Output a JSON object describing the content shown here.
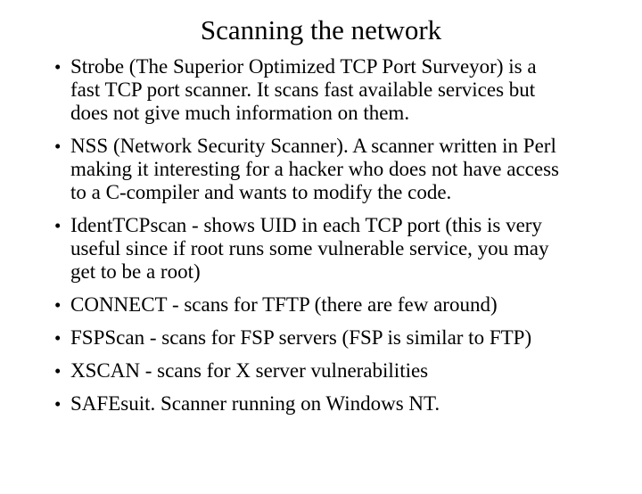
{
  "slide": {
    "title": "Scanning the network",
    "bullet_char": "•",
    "colors": {
      "background": "#ffffff",
      "text": "#000000"
    },
    "bullets": [
      {
        "lines": [
          "Strobe (The Superior Optimized TCP Port Surveyor) is a",
          "fast TCP port scanner. It scans fast available services but",
          "does not give much information on them."
        ]
      },
      {
        "lines": [
          "NSS (Network Security Scanner). A scanner written in Perl",
          "making it interesting for a hacker who does not have access",
          "to a C-compiler and wants to modify the code."
        ]
      },
      {
        "lines": [
          "IdentTCPscan - shows UID in each TCP port (this is very",
          "useful since if root runs some vulnerable service, you may",
          "get to be a root)"
        ]
      },
      {
        "lines": [
          "CONNECT - scans for TFTP (there are few around)"
        ]
      },
      {
        "lines": [
          "FSPScan - scans for FSP servers (FSP is similar to FTP)"
        ]
      },
      {
        "lines": [
          "XSCAN - scans for X server vulnerabilities"
        ]
      },
      {
        "lines": [
          "SAFEsuit. Scanner running on Windows NT."
        ]
      }
    ]
  }
}
